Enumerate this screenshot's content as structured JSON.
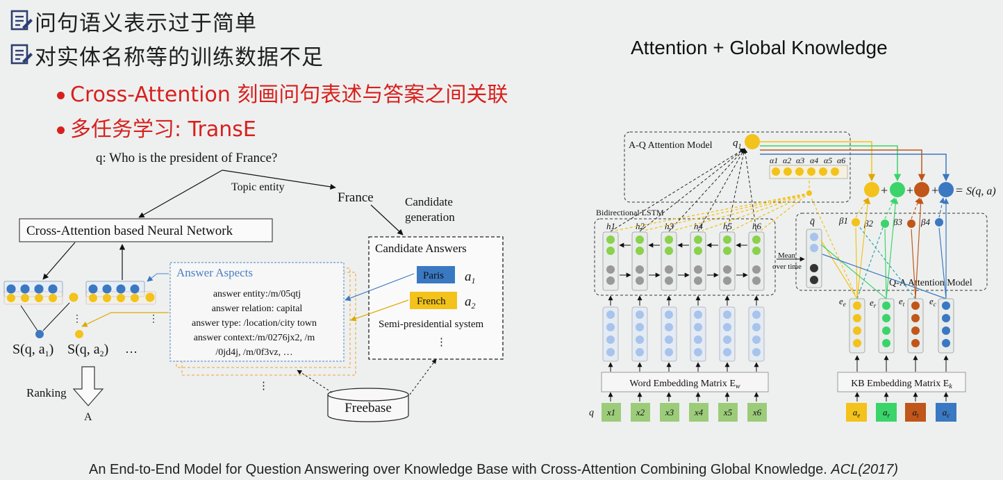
{
  "bullets": [
    {
      "text": "问句语义表示过于简单"
    },
    {
      "text": "对实体名称等的训练数据不足"
    }
  ],
  "sub_bullets": [
    {
      "text": "Cross-Attention 刻画问句表述与答案之间关联"
    },
    {
      "text": "多任务学习: TransE"
    }
  ],
  "right_title": "Attention + Global Knowledge",
  "citation": {
    "text": "An End-to-End Model for Question Answering over Knowledge Base with Cross-Attention Combining Global Knowledge. ",
    "venue": "ACL(2017)"
  },
  "left_diagram": {
    "question": "q: Who is the president of France?",
    "topic_entity": "Topic entity",
    "france": "France",
    "candidate_gen_1": "Candidate",
    "candidate_gen_2": "generation",
    "network": "Cross-Attention based Neural Network",
    "candidate_answers": "Candidate Answers",
    "paris": "Paris",
    "french": "French",
    "a1": "a",
    "a1_sub": "1",
    "a2": "a",
    "a2_sub": "2",
    "semi": "Semi-presidential system",
    "aspects_title": "Answer Aspects",
    "aspects": [
      "answer entity:/m/05qtj",
      "answer relation: capital",
      "answer type: /location/city town",
      "answer context:/m/0276jx2, /m",
      "/0jd4j,  /m/0f3vz, …"
    ],
    "s1": "S(q, a",
    "s1_sub": "1",
    "s2": "S(q, a",
    "s2_sub": "2",
    "close_paren": ")",
    "ellipsis": "…",
    "ranking": "Ranking",
    "answer": "A",
    "freebase": "Freebase",
    "vdots": "⋮"
  },
  "right_diagram": {
    "aq_model": "A-Q Attention Model",
    "q1": "q",
    "q1_sub": "1",
    "alphas": [
      "α1",
      "α2",
      "α3",
      "α4",
      "α5",
      "α6"
    ],
    "bilstm": "Bidirectional LSTM",
    "hidden": [
      "h1",
      "h2",
      "h3",
      "h4",
      "h5",
      "h6"
    ],
    "mean_1": "Mean",
    "mean_2": "over time",
    "qbar": "q̄",
    "betas": [
      "β1",
      "β2",
      "β3",
      "β4"
    ],
    "qa_model": "Q-A Attention Model",
    "kb_labels": [
      "e",
      "e",
      "e",
      "e"
    ],
    "kb_subs": [
      "e",
      "r",
      "t",
      "c"
    ],
    "word_embed": "Word Embedding Matrix E",
    "word_embed_sub": "w",
    "kb_embed": "KB Embedding Matrix E",
    "kb_embed_sub": "k",
    "q_label": "q",
    "x_inputs": [
      "x1",
      "x2",
      "x3",
      "x4",
      "x5",
      "x6"
    ],
    "a_inputs": [
      "a",
      "a",
      "a",
      "a"
    ],
    "score": "S(q, a)",
    "plus": "+",
    "equals": "="
  },
  "colors": {
    "red": "#d7201e",
    "blue": "#3a78c2",
    "yellow": "#f3c21b",
    "green": "#3bd46a",
    "brown": "#c0561a",
    "lightgreen": "#9ccc7a",
    "aqua": "#2aa8a8"
  }
}
